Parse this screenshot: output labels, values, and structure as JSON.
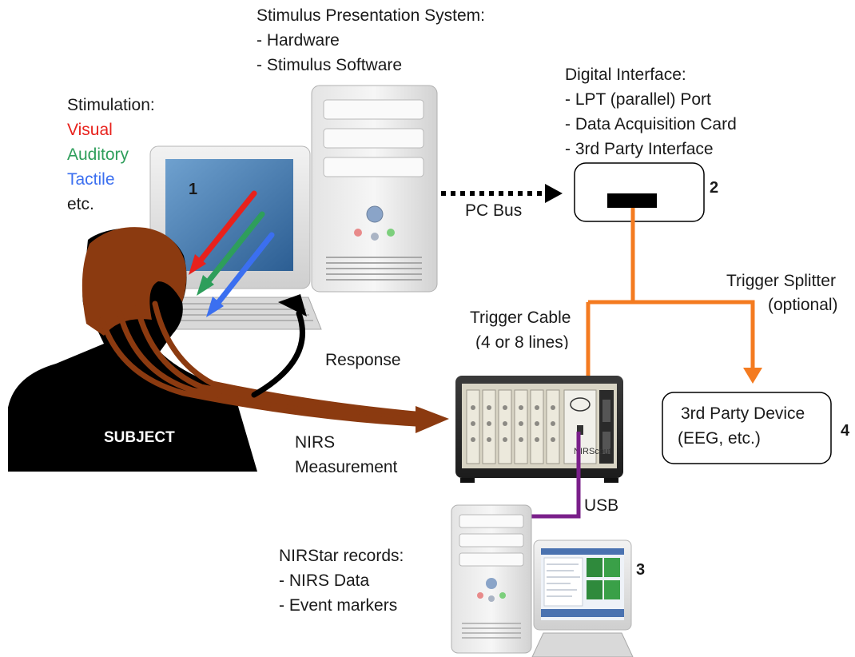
{
  "stimulus_system": {
    "title": "Stimulus Presentation System:",
    "items": [
      "- Hardware",
      "- Stimulus Software"
    ]
  },
  "stimulation": {
    "title": "Stimulation:",
    "visual": "Visual",
    "auditory": "Auditory",
    "tactile": "Tactile",
    "etc": "etc.",
    "colors": {
      "visual": "#e8211c",
      "auditory": "#2e9e5b",
      "tactile": "#3b6ff0"
    }
  },
  "digital_interface": {
    "title": "Digital Interface:",
    "items": [
      "- LPT (parallel) Port",
      "- Data Acquisition Card",
      "- 3rd Party Interface"
    ]
  },
  "labels": {
    "pc_bus": "PC Bus",
    "trigger_splitter_1": "Trigger Splitter",
    "trigger_splitter_2": "(optional)",
    "trigger_cable_1": "Trigger Cable",
    "trigger_cable_2": "(4 or 8 lines)",
    "response": "Response",
    "nirs_1": "NIRS",
    "nirs_2": "Measurement",
    "usb": "USB",
    "subject": "SUBJECT"
  },
  "third_party_device": {
    "line1": "3rd Party Device",
    "line2": "(EEG, etc.)"
  },
  "nirstar": {
    "title": "NIRStar records:",
    "items": [
      "- NIRS Data",
      "- Event markers"
    ]
  },
  "device_label": "NIRScout",
  "numbers": {
    "n1": "1",
    "n2": "2",
    "n3": "3",
    "n4": "4"
  },
  "colors": {
    "trigger": "#f47b20",
    "usb": "#7a1f8a",
    "head": "#8b3a10",
    "bus": "#000000"
  }
}
